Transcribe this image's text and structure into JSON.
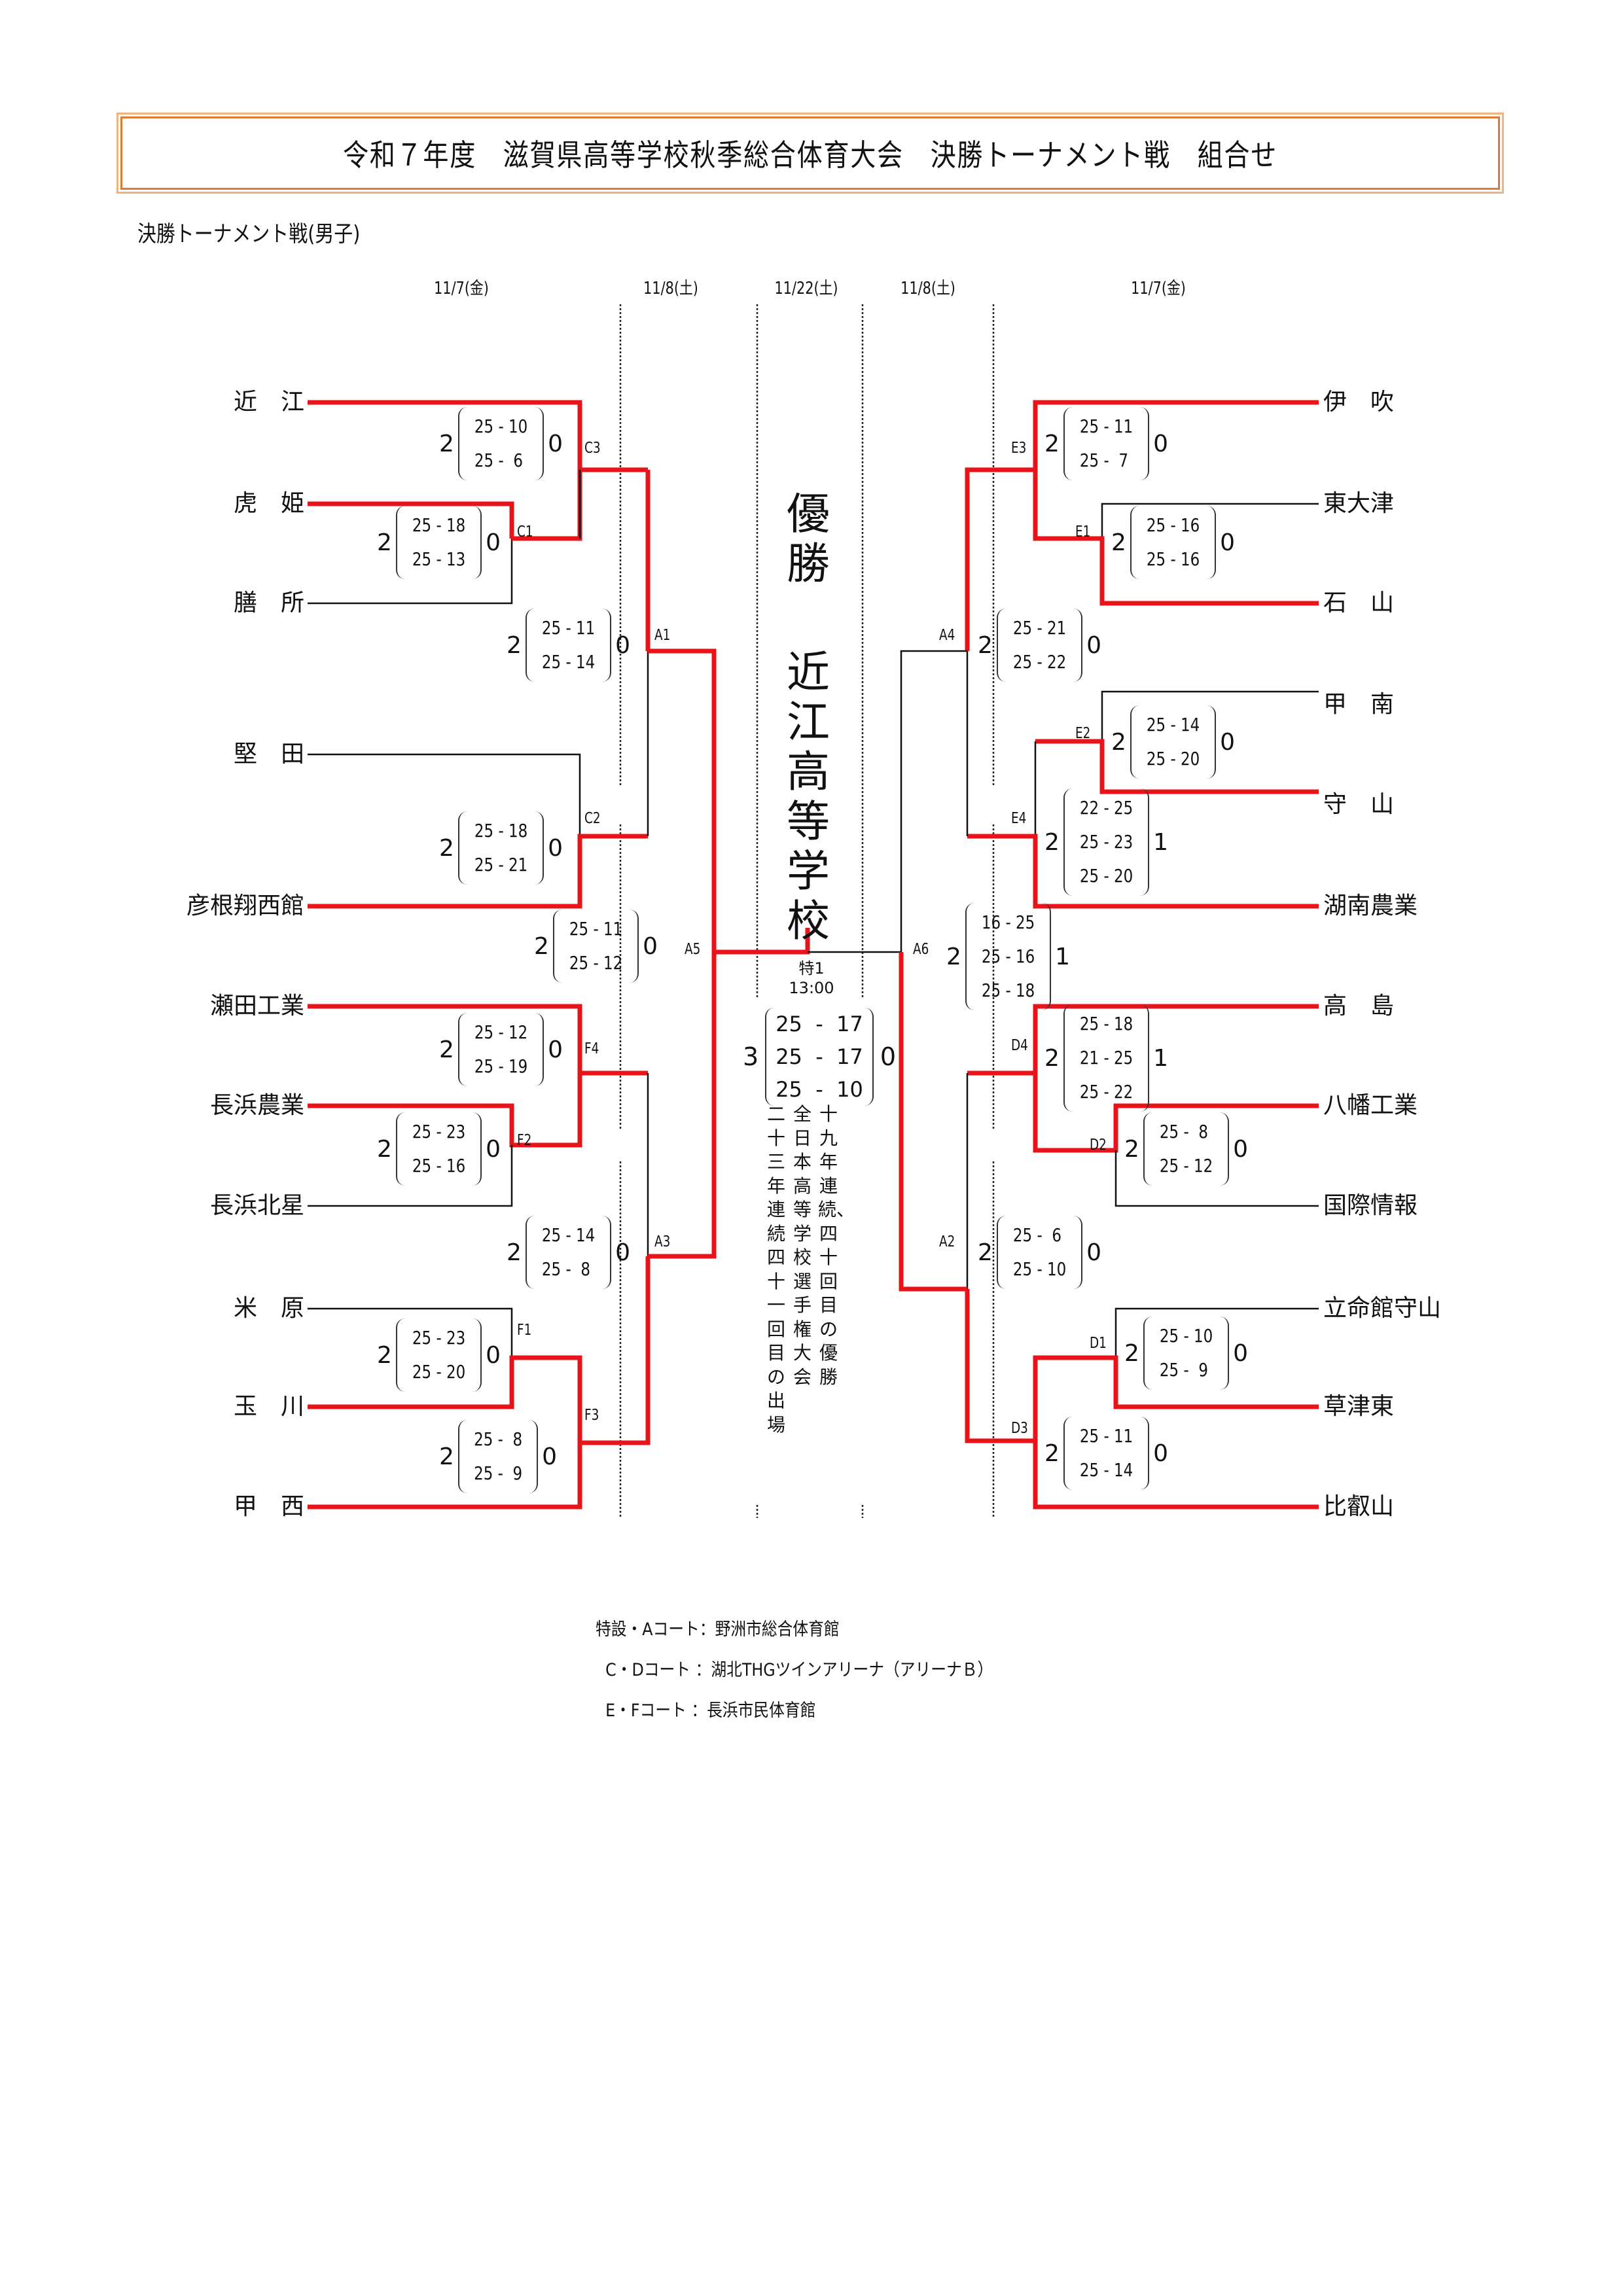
{
  "title": "令和７年度　滋賀県高等学校秋季総合体育大会　決勝トーナメント戦　組合せ",
  "subtitle": "決勝トーナメント戦(男子)",
  "colors": {
    "winner_line": "#e8141a",
    "loser_line": "#111111",
    "title_border": "#e07a30"
  },
  "dates": [
    "11/7(金)",
    "11/8(土)",
    "11/22(土)",
    "11/8(土)",
    "11/7(金)"
  ],
  "left_teams": [
    "近　江",
    "虎　姫",
    "膳　所",
    "堅　田",
    "彦根翔西館",
    "瀬田工業",
    "長浜農業",
    "長浜北星",
    "米　原",
    "玉　川",
    "甲　西"
  ],
  "right_teams": [
    "伊　吹",
    "東大津",
    "石　山",
    "甲　南",
    "守　山",
    "湖南農業",
    "高　島",
    "八幡工業",
    "国際情報",
    "立命館守山",
    "草津東",
    "比叡山"
  ],
  "matches": {
    "C1": {
      "label": "C1",
      "sets_w": "2",
      "sets_l": "0",
      "games": [
        "25 - 18",
        "25 - 13"
      ]
    },
    "C3": {
      "label": "C3",
      "sets_w": "2",
      "sets_l": "0",
      "games": [
        "25 - 10",
        "25 -  6"
      ]
    },
    "C2": {
      "label": "C2",
      "sets_w": "2",
      "sets_l": "0",
      "games": [
        "25 - 18",
        "25 - 21"
      ]
    },
    "A1": {
      "label": "A1",
      "sets_w": "2",
      "sets_l": "0",
      "games": [
        "25 - 11",
        "25 - 14"
      ]
    },
    "F2": {
      "label": "F2",
      "sets_w": "2",
      "sets_l": "0",
      "games": [
        "25 - 23",
        "25 - 16"
      ]
    },
    "F4": {
      "label": "F4",
      "sets_w": "2",
      "sets_l": "0",
      "games": [
        "25 - 12",
        "25 - 19"
      ]
    },
    "F1": {
      "label": "F1",
      "sets_w": "2",
      "sets_l": "0",
      "games": [
        "25 - 23",
        "25 - 20"
      ]
    },
    "F3": {
      "label": "F3",
      "sets_w": "2",
      "sets_l": "0",
      "games": [
        "25 -  8",
        "25 -  9"
      ]
    },
    "A3": {
      "label": "A3",
      "sets_w": "2",
      "sets_l": "0",
      "games": [
        "25 - 14",
        "25 -  8"
      ]
    },
    "A5": {
      "label": "A5",
      "sets_w": "2",
      "sets_l": "0",
      "games": [
        "25 - 11",
        "25 - 12"
      ]
    },
    "E1": {
      "label": "E1",
      "sets_w": "2",
      "sets_l": "0",
      "games": [
        "25 - 16",
        "25 - 16"
      ]
    },
    "E3": {
      "label": "E3",
      "sets_w": "2",
      "sets_l": "0",
      "games": [
        "25 - 11",
        "25 -  7"
      ]
    },
    "E2": {
      "label": "E2",
      "sets_w": "2",
      "sets_l": "0",
      "games": [
        "25 - 14",
        "25 - 20"
      ]
    },
    "E4": {
      "label": "E4",
      "sets_w": "2",
      "sets_l": "1",
      "games": [
        "22 - 25",
        "25 - 23",
        "25 - 20"
      ]
    },
    "A4": {
      "label": "A4",
      "sets_w": "2",
      "sets_l": "0",
      "games": [
        "25 - 21",
        "25 - 22"
      ]
    },
    "A6": {
      "label": "A6",
      "sets_w": "2",
      "sets_l": "1",
      "games": [
        "16 - 25",
        "25 - 16",
        "25 - 18"
      ]
    },
    "D2": {
      "label": "D2",
      "sets_w": "2",
      "sets_l": "0",
      "games": [
        "25 -  8",
        "25 - 12"
      ]
    },
    "D4": {
      "label": "D4",
      "sets_w": "2",
      "sets_l": "1",
      "games": [
        "25 - 18",
        "21 - 25",
        "25 - 22"
      ]
    },
    "D1": {
      "label": "D1",
      "sets_w": "2",
      "sets_l": "0",
      "games": [
        "25 - 10",
        "25 -  9"
      ]
    },
    "D3": {
      "label": "D3",
      "sets_w": "2",
      "sets_l": "0",
      "games": [
        "25 - 11",
        "25 - 14"
      ]
    },
    "A2": {
      "label": "A2",
      "sets_w": "2",
      "sets_l": "0",
      "games": [
        "25 -  6",
        "25 - 10"
      ]
    }
  },
  "final": {
    "label": "特1",
    "time": "13:00",
    "sets_w": "3",
    "sets_l": "0",
    "games": [
      "25  -  17",
      "25  -  17",
      "25  -  10"
    ]
  },
  "champion": {
    "label": "優勝",
    "team": "近江高等学校"
  },
  "record_lines": [
    "十九年連続、四十回目の優勝",
    "全日本高等学校選手権大会",
    "二十三年連続四十一回目の出場"
  ],
  "venues": [
    "特設・Aコート：野洲市総合体育館",
    "  C・Dコート ：湖北THGツインアリーナ（アリーナＢ）",
    "  E・Fコート ：長浜市民体育館"
  ]
}
